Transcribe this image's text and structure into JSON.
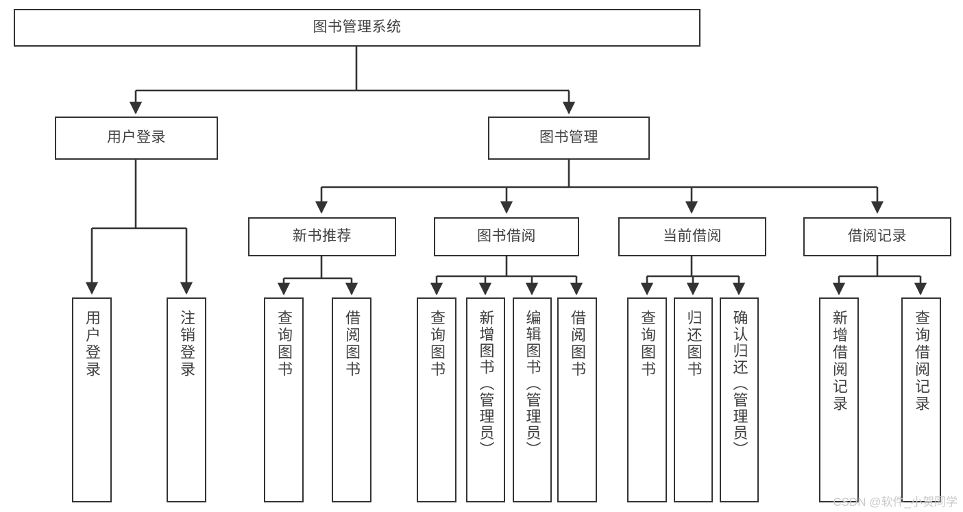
{
  "diagram": {
    "title": "图书管理系统",
    "type": "tree",
    "watermark": "CSDN @软件_小贺同学",
    "root": {
      "id": "root",
      "label": "图书管理系统"
    },
    "level1": [
      {
        "id": "user-login",
        "label": "用户登录"
      },
      {
        "id": "book-management",
        "label": "图书管理"
      }
    ],
    "level2": [
      {
        "id": "new-book-recommend",
        "label": "新书推荐",
        "parent": "book-management"
      },
      {
        "id": "book-borrow",
        "label": "图书借阅",
        "parent": "book-management"
      },
      {
        "id": "current-borrow",
        "label": "当前借阅",
        "parent": "book-management"
      },
      {
        "id": "borrow-record",
        "label": "借阅记录",
        "parent": "book-management"
      }
    ],
    "leaves": [
      {
        "id": "leaf-user-login",
        "label": "用户登录",
        "parent": "user-login"
      },
      {
        "id": "leaf-logout-login",
        "label": "注销登录",
        "parent": "user-login"
      },
      {
        "id": "leaf-query-book-1",
        "label": "查询图书",
        "parent": "new-book-recommend"
      },
      {
        "id": "leaf-borrow-book-1",
        "label": "借阅图书",
        "parent": "new-book-recommend"
      },
      {
        "id": "leaf-query-book-2",
        "label": "查询图书",
        "parent": "book-borrow"
      },
      {
        "id": "leaf-add-book",
        "label": "新增图书（管理员）",
        "parent": "book-borrow"
      },
      {
        "id": "leaf-edit-book",
        "label": "编辑图书（管理员）",
        "parent": "book-borrow"
      },
      {
        "id": "leaf-borrow-book-2",
        "label": "借阅图书",
        "parent": "book-borrow"
      },
      {
        "id": "leaf-query-book-3",
        "label": "查询图书",
        "parent": "current-borrow"
      },
      {
        "id": "leaf-return-book",
        "label": "归还图书",
        "parent": "current-borrow"
      },
      {
        "id": "leaf-confirm-return",
        "label": "确认归还（管理员）",
        "parent": "current-borrow"
      },
      {
        "id": "leaf-add-record",
        "label": "新增借阅记录",
        "parent": "borrow-record"
      },
      {
        "id": "leaf-query-record",
        "label": "查询借阅记录",
        "parent": "borrow-record"
      }
    ],
    "colors": {
      "box_border": "#333333",
      "box_fill": "#ffffff",
      "text": "#3f3f3f",
      "edge": "#333333",
      "watermark": "#c9c9c9",
      "background": "#ffffff"
    }
  }
}
